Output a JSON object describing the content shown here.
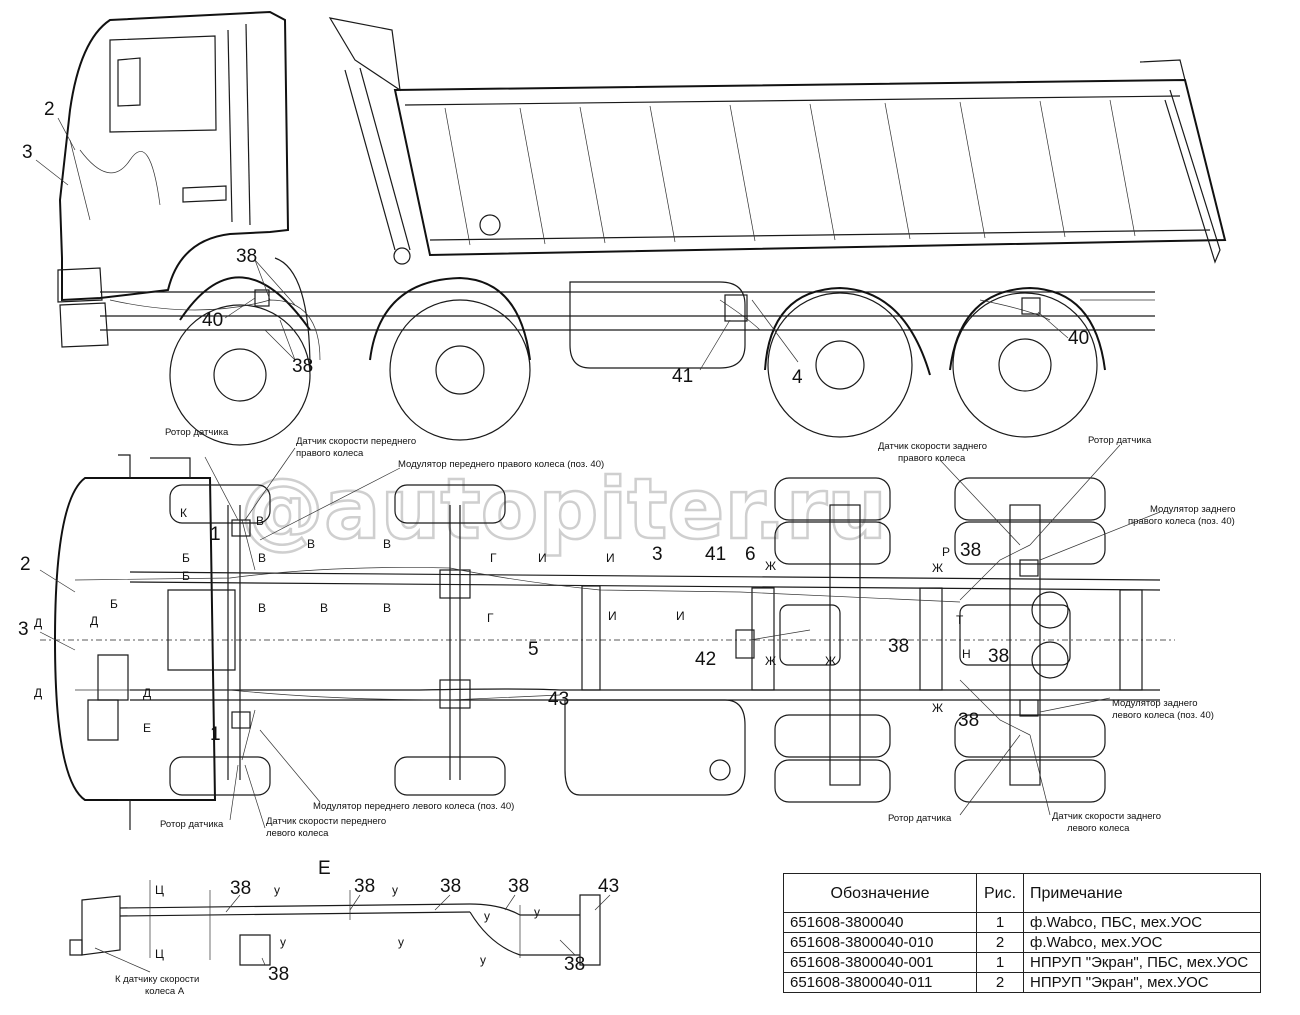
{
  "watermark": "@autopiter.ru",
  "side_view": {
    "callouts": [
      "2",
      "3",
      "38",
      "40",
      "38",
      "41",
      "4",
      "40"
    ]
  },
  "top_view": {
    "callouts": [
      "2",
      "3",
      "1",
      "1",
      "3",
      "41",
      "6",
      "38",
      "38",
      "38",
      "38",
      "5",
      "42",
      "43"
    ],
    "section_letters": [
      "Д",
      "Д",
      "Д",
      "Д",
      "Б",
      "Б",
      "Б",
      "К",
      "В",
      "В",
      "В",
      "В",
      "В",
      "В",
      "В",
      "Е",
      "Г",
      "Г",
      "И",
      "И",
      "И",
      "И",
      "Ж",
      "Ж",
      "Ж",
      "Ж",
      "Ж",
      "Р",
      "Т",
      "Н"
    ],
    "labels": {
      "rotor_front_right": "Ротор датчика",
      "sensor_front_right_1": "Датчик скорости переднего",
      "sensor_front_right_2": "правого колеса",
      "modulator_front_right": "Модулятор переднего правого колеса (поз. 40)",
      "modulator_front_left": "Модулятор переднего левого колеса (поз. 40)",
      "rotor_front_left": "Ротор датчика",
      "sensor_front_left_1": "Датчик скорости переднего",
      "sensor_front_left_2": "левого колеса",
      "sensor_rear_right_1": "Датчик скорости заднего",
      "sensor_rear_right_2": "правого колеса",
      "rotor_rear_right": "Ротор датчика",
      "modulator_rear_right_1": "Модулятор заднего",
      "modulator_rear_right_2": "правого колеса (поз. 40)",
      "modulator_rear_left_1": "Модулятор заднего",
      "modulator_rear_left_2": "левого колеса (поз. 40)",
      "rotor_rear_left": "Ротор датчика",
      "sensor_rear_left_1": "Датчик скорости заднего",
      "sensor_rear_left_2": "левого колеса"
    }
  },
  "view_e": {
    "title": "Е",
    "callouts": [
      "38",
      "38",
      "38",
      "38",
      "43",
      "38",
      "38"
    ],
    "letters": [
      "Ц",
      "Ц",
      "у",
      "у",
      "у",
      "у",
      "у",
      "у",
      "у"
    ],
    "note_1": "К датчику скорости",
    "note_2": "колеса А"
  },
  "table": {
    "headers": [
      "Обозначение",
      "Рис.",
      "Примечание"
    ],
    "rows": [
      [
        "651608-3800040",
        "1",
        "ф.Wabco, ПБС, мех.УОС"
      ],
      [
        "651608-3800040-010",
        "2",
        "ф.Wabco, мех.УОС"
      ],
      [
        "651608-3800040-001",
        "1",
        "НПРУП \"Экран\", ПБС, мех.УОС"
      ],
      [
        "651608-3800040-011",
        "2",
        "НПРУП \"Экран\", мех.УОС"
      ]
    ]
  }
}
